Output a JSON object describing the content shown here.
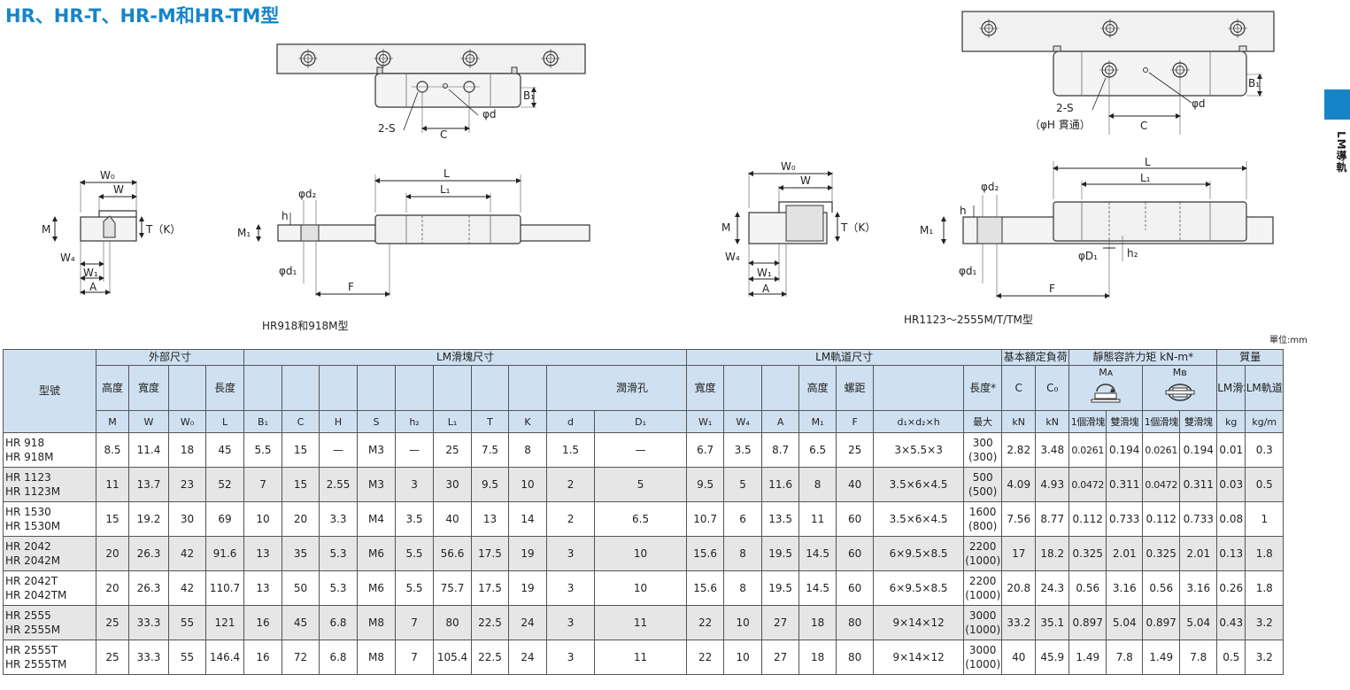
{
  "title": "HR、HR-T、HR-M和HR-TM型",
  "side_label": "LM導軌",
  "colors": {
    "accent": "#1585c8",
    "header_bg": "#cfe0f1",
    "shade_row": "#e6e6e6"
  },
  "figures": {
    "left_caption": "HR918和918M型",
    "right_caption": "HR1123～2555M/T/TM型",
    "labels": {
      "b1": "B₁",
      "two_s": "2-S",
      "phi_d": "φd",
      "c": "C",
      "phi_h": "（φH 貫通）",
      "w0": "W₀",
      "w": "W",
      "m": "M",
      "t_k": "T（K）",
      "w4": "W₄",
      "w1": "W₁",
      "a": "A",
      "phi_d2": "φd₂",
      "h": "h",
      "m1": "M₁",
      "phi_d1": "φd₁",
      "l": "L",
      "l1": "L₁",
      "f": "F",
      "phi_D1": "φD₁",
      "h2": "h₂"
    }
  },
  "table": {
    "unit_note": "單位:mm",
    "group_headers": {
      "model": "型號",
      "outer": "外部尺寸",
      "block": "LM滑塊尺寸",
      "rail": "LM軌道尺寸",
      "load": "基本額定負荷",
      "moment": "靜態容許力矩 kN-m*",
      "mass": "質量"
    },
    "sub_headers": {
      "height": "高度",
      "width": "寬度",
      "length": "長度",
      "lube_hole": "潤滑孔",
      "rail_width": "寬度",
      "rail_height": "高度",
      "pitch": "螺距",
      "length_max": "長度*",
      "c": "C",
      "c0": "C₀",
      "ma": "Mᴀ",
      "mb": "Mʙ",
      "block_mass": "LM滑塊",
      "rail_mass": "LM軌道"
    },
    "symbols": [
      "M",
      "W",
      "W₀",
      "L",
      "B₁",
      "C",
      "H",
      "S",
      "h₂",
      "L₁",
      "T",
      "K",
      "d",
      "D₁",
      "W₁",
      "W₄",
      "A",
      "M₁",
      "F",
      "d₁×d₂×h",
      "最大",
      "kN",
      "kN",
      "1個滑塊",
      "雙滑塊",
      "1個滑塊",
      "雙滑塊",
      "kg",
      "kg/m"
    ],
    "rows": [
      {
        "model": [
          "HR 918",
          "HR 918M"
        ],
        "cells": [
          "8.5",
          "11.4",
          "18",
          "45",
          "5.5",
          "15",
          "—",
          "M3",
          "—",
          "25",
          "7.5",
          "8",
          "1.5",
          "—",
          "6.7",
          "3.5",
          "8.7",
          "6.5",
          "25",
          "3×5.5×3"
        ],
        "max_len": [
          "300",
          "(300)"
        ],
        "tail": [
          "2.82",
          "3.48",
          "0.0261",
          "0.194",
          "0.0261",
          "0.194",
          "0.01",
          "0.3"
        ]
      },
      {
        "model": [
          "HR 1123",
          "HR 1123M"
        ],
        "cells": [
          "11",
          "13.7",
          "23",
          "52",
          "7",
          "15",
          "2.55",
          "M3",
          "3",
          "30",
          "9.5",
          "10",
          "2",
          "5",
          "9.5",
          "5",
          "11.6",
          "8",
          "40",
          "3.5×6×4.5"
        ],
        "max_len": [
          "500",
          "(500)"
        ],
        "tail": [
          "4.09",
          "4.93",
          "0.0472",
          "0.311",
          "0.0472",
          "0.311",
          "0.03",
          "0.5"
        ]
      },
      {
        "model": [
          "HR 1530",
          "HR 1530M"
        ],
        "cells": [
          "15",
          "19.2",
          "30",
          "69",
          "10",
          "20",
          "3.3",
          "M4",
          "3.5",
          "40",
          "13",
          "14",
          "2",
          "6.5",
          "10.7",
          "6",
          "13.5",
          "11",
          "60",
          "3.5×6×4.5"
        ],
        "max_len": [
          "1600",
          "(800)"
        ],
        "tail": [
          "7.56",
          "8.77",
          "0.112",
          "0.733",
          "0.112",
          "0.733",
          "0.08",
          "1"
        ]
      },
      {
        "model": [
          "HR 2042",
          "HR 2042M"
        ],
        "cells": [
          "20",
          "26.3",
          "42",
          "91.6",
          "13",
          "35",
          "5.3",
          "M6",
          "5.5",
          "56.6",
          "17.5",
          "19",
          "3",
          "10",
          "15.6",
          "8",
          "19.5",
          "14.5",
          "60",
          "6×9.5×8.5"
        ],
        "max_len": [
          "2200",
          "(1000)"
        ],
        "tail": [
          "17",
          "18.2",
          "0.325",
          "2.01",
          "0.325",
          "2.01",
          "0.13",
          "1.8"
        ]
      },
      {
        "model": [
          "HR 2042T",
          "HR 2042TM"
        ],
        "cells": [
          "20",
          "26.3",
          "42",
          "110.7",
          "13",
          "50",
          "5.3",
          "M6",
          "5.5",
          "75.7",
          "17.5",
          "19",
          "3",
          "10",
          "15.6",
          "8",
          "19.5",
          "14.5",
          "60",
          "6×9.5×8.5"
        ],
        "max_len": [
          "2200",
          "(1000)"
        ],
        "tail": [
          "20.8",
          "24.3",
          "0.56",
          "3.16",
          "0.56",
          "3.16",
          "0.26",
          "1.8"
        ]
      },
      {
        "model": [
          "HR 2555",
          "HR 2555M"
        ],
        "cells": [
          "25",
          "33.3",
          "55",
          "121",
          "16",
          "45",
          "6.8",
          "M8",
          "7",
          "80",
          "22.5",
          "24",
          "3",
          "11",
          "22",
          "10",
          "27",
          "18",
          "80",
          "9×14×12"
        ],
        "max_len": [
          "3000",
          "(1000)"
        ],
        "tail": [
          "33.2",
          "35.1",
          "0.897",
          "5.04",
          "0.897",
          "5.04",
          "0.43",
          "3.2"
        ]
      },
      {
        "model": [
          "HR 2555T",
          "HR 2555TM"
        ],
        "cells": [
          "25",
          "33.3",
          "55",
          "146.4",
          "16",
          "72",
          "6.8",
          "M8",
          "7",
          "105.4",
          "22.5",
          "24",
          "3",
          "11",
          "22",
          "10",
          "27",
          "18",
          "80",
          "9×14×12"
        ],
        "max_len": [
          "3000",
          "(1000)"
        ],
        "tail": [
          "40",
          "45.9",
          "1.49",
          "7.8",
          "1.49",
          "7.8",
          "0.5",
          "3.2"
        ]
      }
    ]
  }
}
